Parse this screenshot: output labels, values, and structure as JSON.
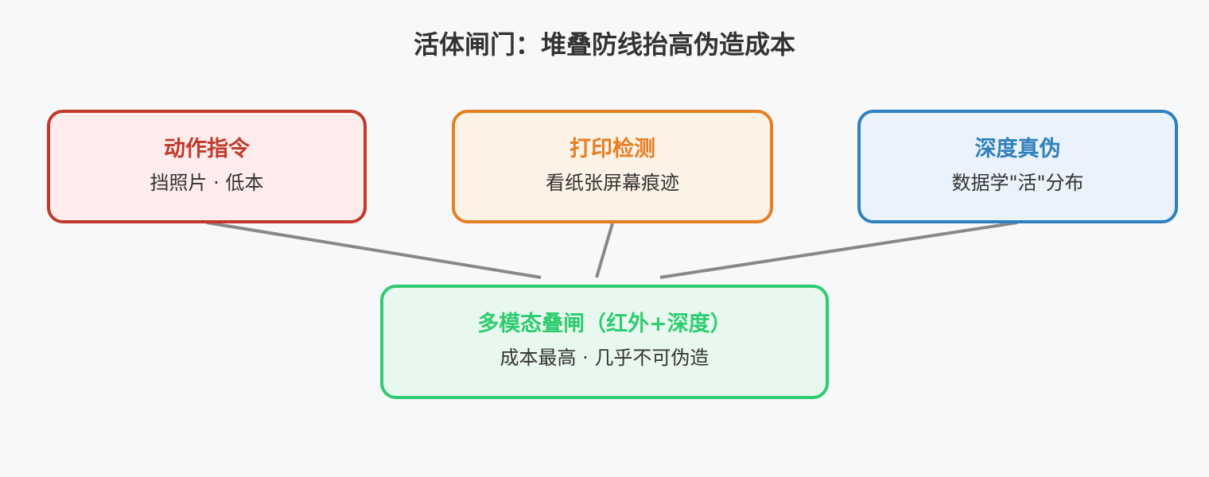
{
  "title": "活体闸门：堆叠防线抬高伪造成本",
  "nodes": {
    "action": {
      "title": "动作指令",
      "subtitle": "挡照片 · 低本",
      "color": "#c0392b"
    },
    "print": {
      "title": "打印检测",
      "subtitle": "看纸张屏幕痕迹",
      "color": "#e67e22"
    },
    "depth": {
      "title": "深度真伪",
      "subtitle": "数据学\"活\"分布",
      "color": "#2e80bf"
    },
    "multimodal": {
      "title": "多模态叠闸（红外+深度）",
      "subtitle": "成本最高 · 几乎不可伪造",
      "color": "#2ecc71"
    }
  },
  "connectors": [
    {
      "from": "action",
      "to": "multimodal"
    },
    {
      "from": "print",
      "to": "multimodal"
    },
    {
      "from": "depth",
      "to": "multimodal"
    }
  ]
}
